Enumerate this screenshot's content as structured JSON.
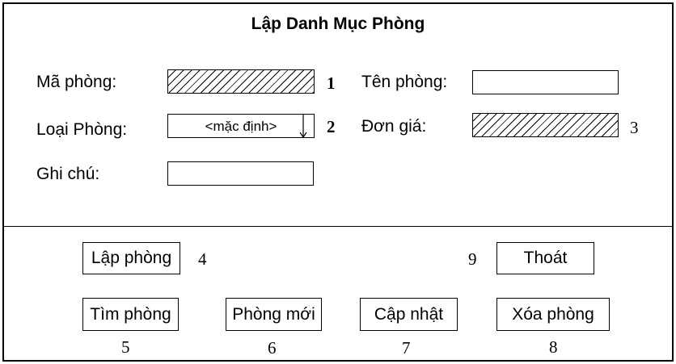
{
  "form": {
    "title": "Lập Danh Mục Phòng",
    "fields": {
      "ma_phong": {
        "label": "Mã phòng:",
        "number": "1"
      },
      "loai_phong": {
        "label": "Loại Phòng:",
        "value": "<mặc định>",
        "number": "2"
      },
      "ghi_chu": {
        "label": "Ghi chú:"
      },
      "ten_phong": {
        "label": "Tên phòng:"
      },
      "don_gia": {
        "label": "Đơn giá:",
        "number": "3"
      }
    }
  },
  "buttons": {
    "lap_phong": {
      "label": "Lập phòng",
      "number": "4"
    },
    "thoat": {
      "label": "Thoát",
      "number": "9"
    },
    "tim_phong": {
      "label": "Tìm phòng",
      "number": "5"
    },
    "phong_moi": {
      "label": "Phòng mới",
      "number": "6"
    },
    "cap_nhat": {
      "label": "Cập nhật",
      "number": "7"
    },
    "xoa_phong": {
      "label": "Xóa phòng",
      "number": "8"
    }
  }
}
